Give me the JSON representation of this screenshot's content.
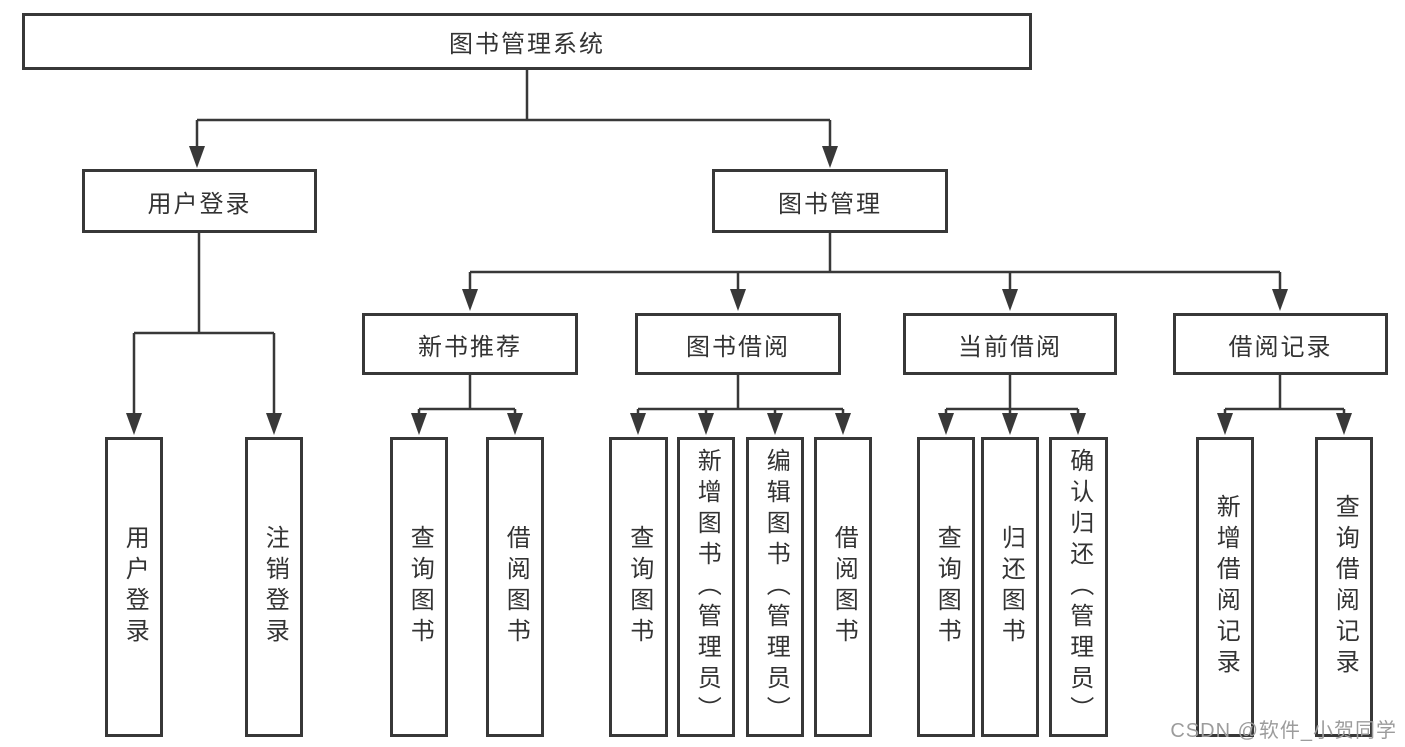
{
  "diagram": {
    "root": {
      "label": "图书管理系统"
    },
    "branches": {
      "user_login": {
        "label": "用户登录",
        "children": [
          "用户登录",
          "注销登录"
        ]
      },
      "book_management": {
        "label": "图书管理",
        "sections": {
          "new_book_recommend": {
            "label": "新书推荐",
            "children": [
              "查询图书",
              "借阅图书"
            ]
          },
          "book_borrowing": {
            "label": "图书借阅",
            "children": [
              "查询图书",
              "新增图书（管理员）",
              "编辑图书（管理员）",
              "借阅图书"
            ]
          },
          "current_borrowing": {
            "label": "当前借阅",
            "children": [
              "查询图书",
              "归还图书",
              "确认归还（管理员）"
            ]
          },
          "borrowing_records": {
            "label": "借阅记录",
            "children": [
              "新增借阅记录",
              "查询借阅记录"
            ]
          }
        }
      }
    },
    "colors": {
      "line": "#383838",
      "text": "#333333",
      "box_background": "#ffffff",
      "watermark": "#9c9c9c"
    },
    "watermark": "CSDN @软件_小贺同学"
  }
}
